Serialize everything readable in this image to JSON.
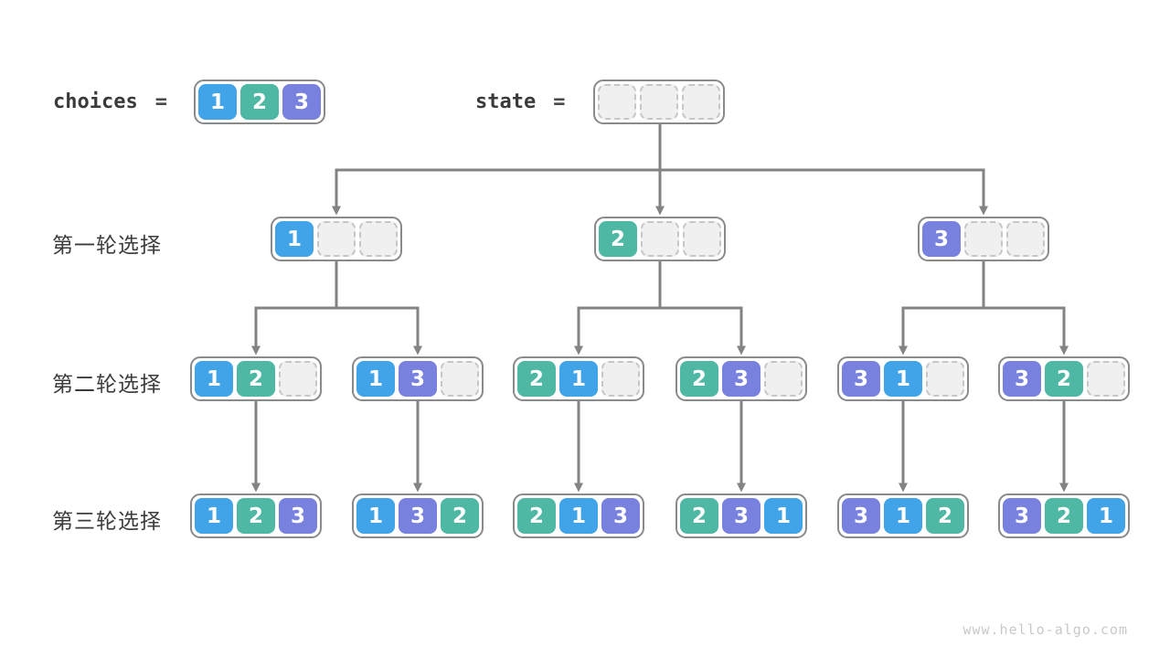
{
  "top": {
    "choices_label": "choices",
    "state_label": "state",
    "equals": "=",
    "choices": [
      1,
      2,
      3
    ],
    "state": [
      null,
      null,
      null
    ]
  },
  "colors": {
    "1": "#41a4e8",
    "2": "#4fb8a5",
    "3": "#7881dd"
  },
  "arrow_color": "#838383",
  "tree": {
    "rows": [
      {
        "label": "第一轮选择",
        "states": [
          [
            1,
            null,
            null
          ],
          [
            2,
            null,
            null
          ],
          [
            3,
            null,
            null
          ]
        ]
      },
      {
        "label": "第二轮选择",
        "states": [
          [
            1,
            2,
            null
          ],
          [
            1,
            3,
            null
          ],
          [
            2,
            1,
            null
          ],
          [
            2,
            3,
            null
          ],
          [
            3,
            1,
            null
          ],
          [
            3,
            2,
            null
          ]
        ]
      },
      {
        "label": "第三轮选择",
        "states": [
          [
            1,
            2,
            3
          ],
          [
            1,
            3,
            2
          ],
          [
            2,
            1,
            3
          ],
          [
            2,
            3,
            1
          ],
          [
            3,
            1,
            2
          ],
          [
            3,
            2,
            1
          ]
        ]
      }
    ]
  },
  "watermark": "www.hello-algo.com"
}
